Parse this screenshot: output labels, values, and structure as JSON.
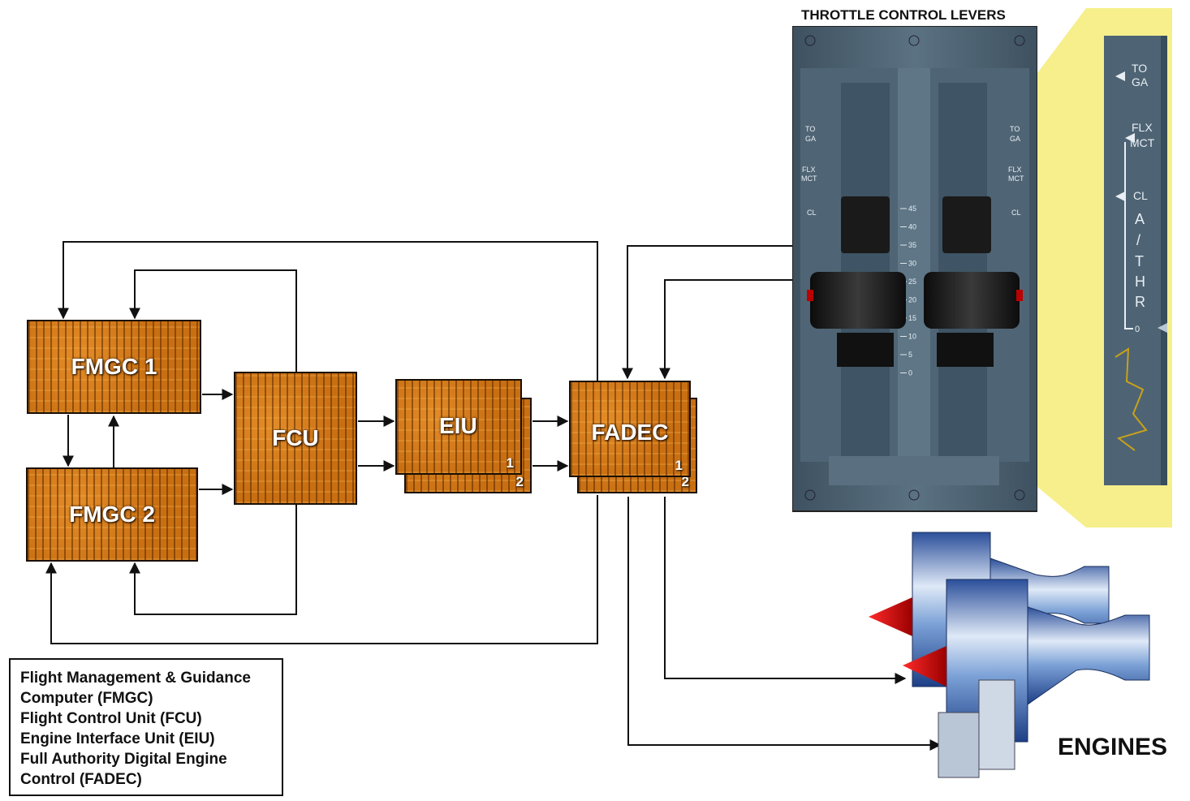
{
  "title": "THROTTLE CONTROL LEVERS",
  "boxes": {
    "fmgc1": {
      "label": "FMGC 1"
    },
    "fmgc2": {
      "label": "FMGC 2"
    },
    "fcu": {
      "label": "FCU"
    },
    "eiu": {
      "label": "EIU",
      "front": "1",
      "back": "2"
    },
    "fadec": {
      "label": "FADEC",
      "front": "1",
      "back": "2"
    }
  },
  "legend": [
    "Flight Management & Guidance",
    "Computer (FMGC)",
    "Flight Control Unit (FCU)",
    "Engine Interface Unit (EIU)",
    "Full Authority Digital Engine",
    "Control (FADEC)"
  ],
  "engines_label": "ENGINES",
  "throttle": {
    "detents": [
      "TO GA",
      "FLX MCT",
      "CL"
    ],
    "athr": [
      "A",
      "/",
      "T",
      "H",
      "R"
    ],
    "scale": [
      "45",
      "40",
      "35",
      "30",
      "25",
      "20",
      "15",
      "10",
      "5",
      "0"
    ],
    "zoom_zero": "0"
  },
  "colors": {
    "box": "#c86f12",
    "panel": "#4e6474",
    "zoom": "#f6ef8c",
    "arrow": "#111111"
  }
}
